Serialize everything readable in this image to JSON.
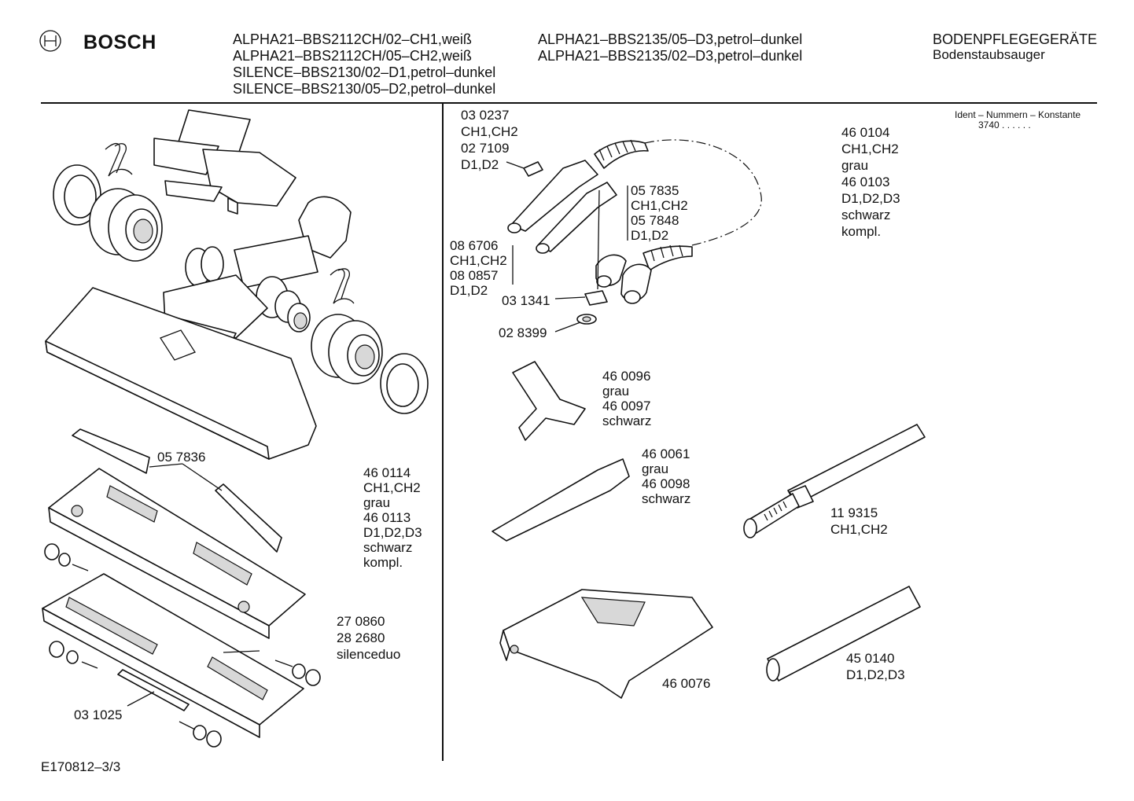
{
  "header": {
    "brand": "BOSCH",
    "models_col1": [
      "ALPHA21–BBS2112CH/02–CH1,weiß",
      "ALPHA21–BBS2112CH/05–CH2,weiß",
      "SILENCE–BBS2130/02–D1,petrol–dunkel",
      "SILENCE–BBS2130/05–D2,petrol–dunkel"
    ],
    "models_col2": [
      "ALPHA21–BBS2135/05–D3,petrol–dunkel",
      "ALPHA21–BBS2135/02–D3,petrol–dunkel"
    ],
    "category": "BODENPFLEGEGERÄTE",
    "subcategory": "Bodenstaubsauger"
  },
  "ident": {
    "label": "Ident – Nummern – Konstante",
    "value": "3740 . .   . . . ."
  },
  "left_labels": {
    "l057836": "05 7836",
    "brush_lines": [
      "46 0114",
      "CH1,CH2",
      "grau",
      "46 0113",
      "D1,D2,D3",
      "schwarz",
      "kompl."
    ],
    "silence_lines": [
      "27 0860",
      "28 2680",
      "silenceduo"
    ],
    "l031025": "03 1025"
  },
  "right_labels": {
    "top_lines": [
      "03 0237",
      "CH1,CH2",
      "02 7109",
      "D1,D2"
    ],
    "hose_lines": [
      "46 0104",
      "CH1,CH2",
      "grau",
      "46 0103",
      "D1,D2,D3",
      "schwarz",
      "kompl."
    ],
    "elbow_lines": [
      "05 7835",
      "CH1,CH2",
      "05 7848",
      "D1,D2"
    ],
    "handle_lines": [
      "08 6706",
      "CH1,CH2",
      "08 0857",
      "D1,D2"
    ],
    "l031341": "03 1341",
    "l028399": "02 8399",
    "upholstery_lines": [
      "46 0096",
      "grau",
      "46 0097",
      "schwarz"
    ],
    "crevice_lines": [
      "46 0061",
      "grau",
      "46 0098",
      "schwarz"
    ],
    "tube_lines": [
      "11 9315",
      "CH1,CH2"
    ],
    "l460076": "46 0076",
    "straight_tube_lines": [
      "45 0140",
      "D1,D2,D3"
    ]
  },
  "footer": {
    "code": "E170812–3/3"
  }
}
